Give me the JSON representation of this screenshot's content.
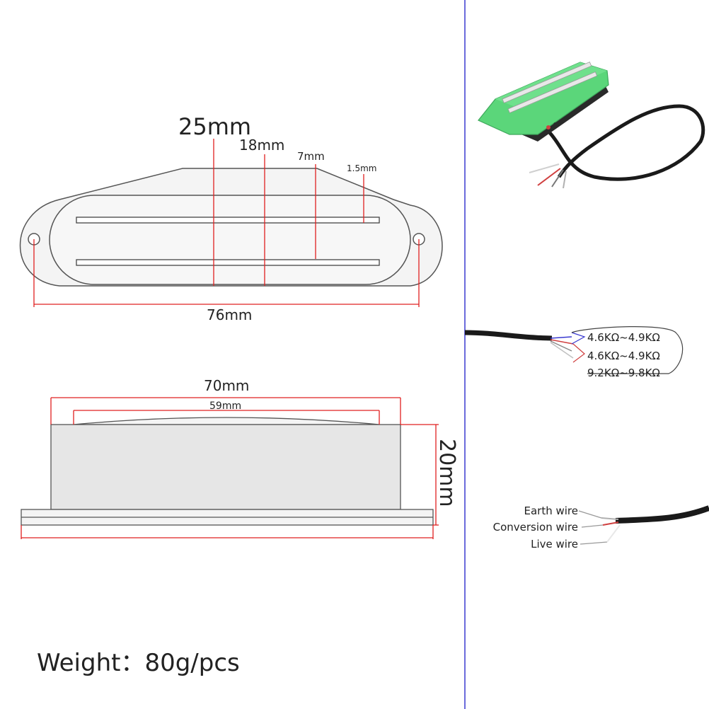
{
  "top_view": {
    "dim_height_outer": "25mm",
    "dim_height_cover": "18mm",
    "dim_slot_gap": "7mm",
    "dim_slot_width": "1.5mm",
    "dim_length": "76mm"
  },
  "side_view": {
    "dim_cover_length": "70mm",
    "dim_top_length": "59mm",
    "dim_height": "20mm"
  },
  "resistance": {
    "values": [
      "4.6KΩ~4.9KΩ",
      "4.6KΩ~4.9KΩ",
      "9.2KΩ~9.8KΩ"
    ]
  },
  "wires": {
    "earth": "Earth wire",
    "conversion": "Conversion wire",
    "live": "Live wire"
  },
  "weight": "Weight：80g/pcs",
  "colors": {
    "dimension": "#e02020",
    "divider": "#3a3ad0",
    "pickup_green": "#5bd67a",
    "cable": "#1a1a1a"
  }
}
